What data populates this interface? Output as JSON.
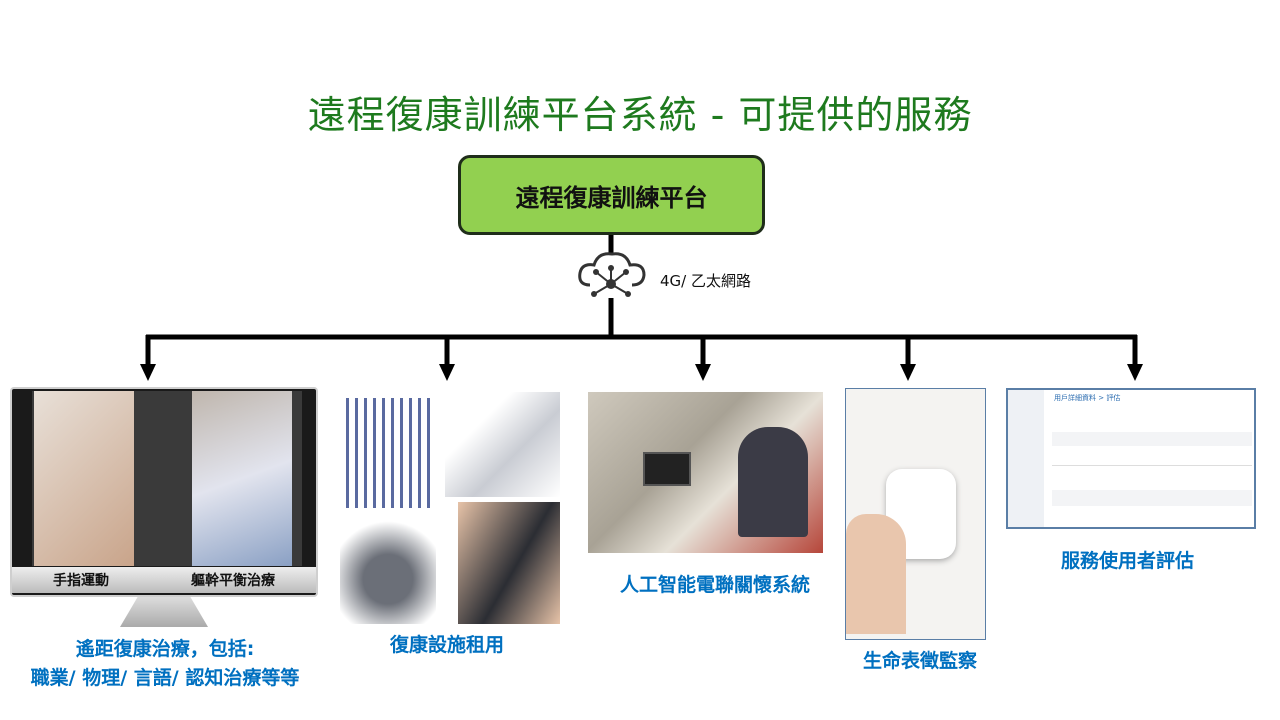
{
  "title": "遠程復康訓練平台系統 - 可提供的服務",
  "platform": "遠程復康訓練平台",
  "network": {
    "icon": "cloud-network-icon",
    "label": "4G/ 乙太網路"
  },
  "colors": {
    "title": "#1e7a1e",
    "platform_fill": "#92d050",
    "labels": "#0070c0"
  },
  "services": [
    {
      "label_line1": "遙距復康治療，包括:",
      "label_line2": "職業/ 物理/ 言語/ 認知治療等等",
      "captions": [
        "手指運動",
        "軀幹平衡治療"
      ]
    },
    {
      "label": "復康設施租用"
    },
    {
      "label": "人工智能電聯關懷系統"
    },
    {
      "label": "生命表徵監察"
    },
    {
      "label": "服務使用者評估",
      "screenshot_heading": "用戶詳細資料 > 評估"
    }
  ]
}
